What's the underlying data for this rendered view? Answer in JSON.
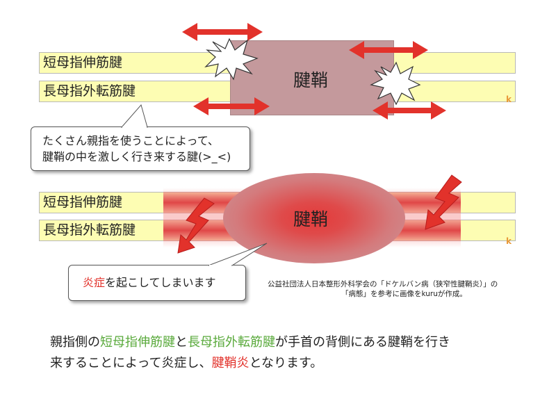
{
  "top_diagram": {
    "tendon1": "短母指伸筋腱",
    "tendon2": "長母指外転筋腱",
    "sheath": "腱鞘",
    "corner_mark": "k"
  },
  "callout1": {
    "line1": "たくさん親指を使うことによって、",
    "line2": "腱鞘の中を激しく行き来する腱(>_<)"
  },
  "bottom_diagram": {
    "tendon1": "短母指伸筋腱",
    "tendon2": "長母指外転筋腱",
    "sheath": "腱鞘",
    "corner_mark": "k"
  },
  "callout2": {
    "highlight": "炎症",
    "rest": "を起こしてしまいます"
  },
  "caption": {
    "line1": "公益社団法人日本整形外科学会の「ドケルバン病（狭窄性腱鞘炎）」の",
    "line2": "「病態」を参考に画像をkuruが作成。"
  },
  "summary": {
    "p1": "親指側の",
    "g1": "短母指伸筋腱",
    "p2": "と",
    "g2": "長母指外転筋腱",
    "p3": "が手首の背側にある腱鞘を行き",
    "p4": "来することによって炎症し、",
    "r1": "腱鞘炎",
    "p5": "となります。"
  },
  "colors": {
    "tendon_fill": "#fdfdb3",
    "sheath_fill": "#c4999c",
    "arrow_red": "#e2322b",
    "accent_green": "#5aaa3c",
    "mark_orange": "#e89a3a"
  }
}
